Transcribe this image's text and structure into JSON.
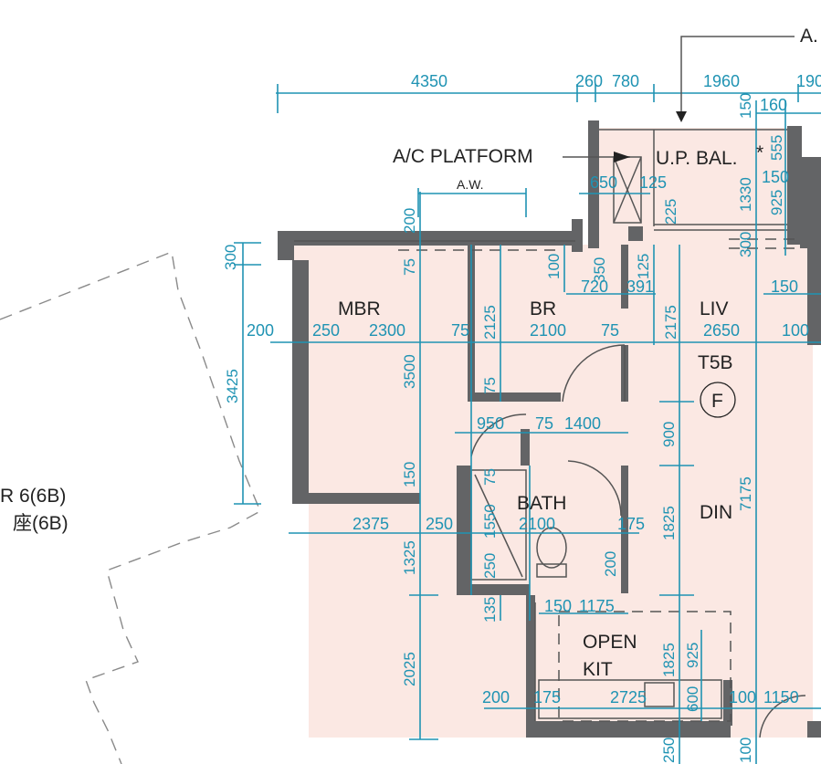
{
  "top_label": "A.",
  "tower_label_en": "R 6(6B)",
  "tower_label_zh": "座(6B)",
  "unit_code": "T5B",
  "unit_letter": "F",
  "rooms": {
    "mbr": "MBR",
    "br": "BR",
    "liv": "LIV",
    "din": "DIN",
    "bath": "BATH",
    "open": "OPEN",
    "kit": "KIT",
    "up_bal": "U.P.  BAL.",
    "bal_mark": "*",
    "ac_platform": "A/C PLATFORM",
    "aw": "A.W."
  },
  "dims_horizontal": {
    "d4350": "4350",
    "d260": "260",
    "d780": "780",
    "d1960": "1960",
    "d190": "190",
    "d160": "160",
    "d650": "650",
    "d125": "125",
    "d720": "720",
    "d391": "391",
    "d200a": "200",
    "d250": "250",
    "d2300": "2300",
    "d75a": "75",
    "d2100a": "2100",
    "d75b": "75",
    "d2650": "2650",
    "d150a": "150",
    "d100a": "100",
    "d950": "950",
    "d75c": "75",
    "d1400": "1400",
    "d2375": "2375",
    "d250b": "250",
    "d2100b": "2100",
    "d175a": "175",
    "d150b": "150",
    "d1175": "1175",
    "d200b": "200",
    "d175b": "175",
    "d2725": "2725",
    "d100b": "100",
    "d1150": "1150",
    "d150c": "150"
  },
  "dims_vertical": {
    "v150a": "150",
    "v555": "555",
    "v1330": "1330",
    "v925a": "925",
    "v225": "225",
    "v300a": "300",
    "v200": "200",
    "v75a": "75",
    "v300b": "300",
    "v100a": "100",
    "v350": "350",
    "v125": "125",
    "v2125": "2125",
    "v2175": "2175",
    "v3425": "3425",
    "v3500": "3500",
    "v75b": "75",
    "v900": "900",
    "v7175": "7175",
    "v150b": "150",
    "v75c": "75",
    "v1550": "1550",
    "v250": "250",
    "v200b": "200",
    "v1825a": "1825",
    "v1325": "1325",
    "v135": "135",
    "v1825b": "1825",
    "v925b": "925",
    "v2025": "2025",
    "v600": "600",
    "v250b": "250",
    "v100b": "100"
  }
}
